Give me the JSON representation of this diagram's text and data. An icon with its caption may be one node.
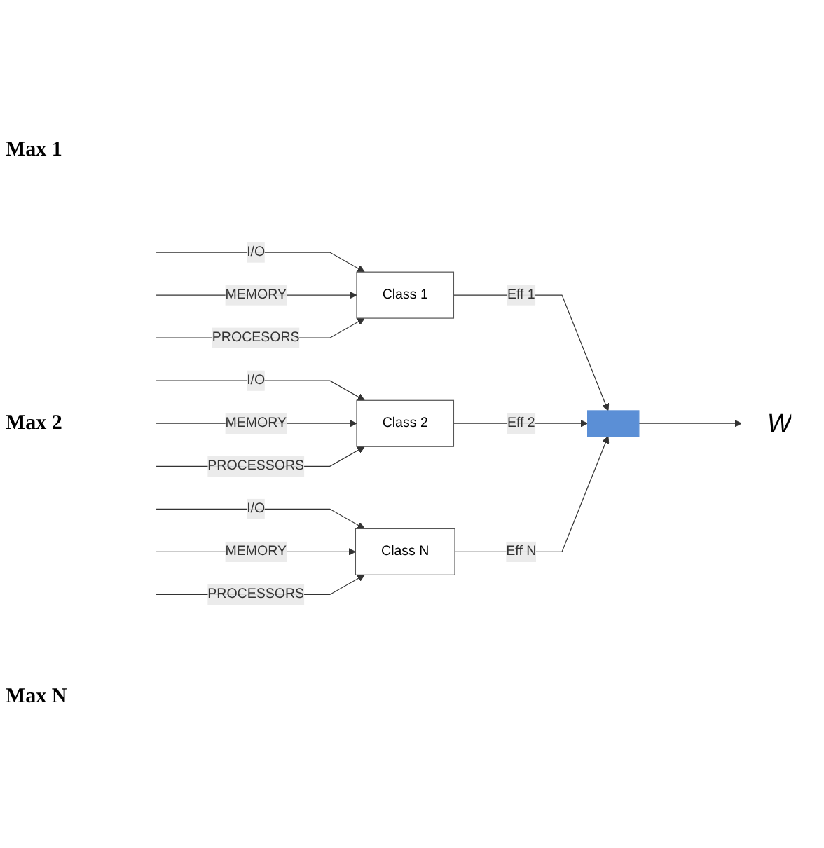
{
  "diagram": {
    "nodes": [
      {
        "text": [
          "Class 1"
        ]
      },
      {
        "text": [
          "Class 2"
        ]
      },
      {
        "text": [
          "Class N"
        ]
      },
      {
        "text": [],
        "shape": "bar"
      },
      {
        "text": [
          "W"
        ]
      }
    ],
    "edges": [
      {
        "from": null,
        "to": 0,
        "arrow": "to",
        "label": "I/O"
      },
      {
        "from": null,
        "to": 0,
        "arrow": "to",
        "label": "MEMORY"
      },
      {
        "from": null,
        "to": 0,
        "arrow": "to",
        "label": "PROCESORS"
      },
      {
        "from": null,
        "to": 1,
        "arrow": "to",
        "label": "I/O"
      },
      {
        "from": null,
        "to": 1,
        "arrow": "to",
        "label": "MEMORY"
      },
      {
        "from": null,
        "to": 1,
        "arrow": "to",
        "label": "PROCESSORS"
      },
      {
        "from": null,
        "to": 2,
        "arrow": "to",
        "label": "I/O"
      },
      {
        "from": null,
        "to": 2,
        "arrow": "to",
        "label": "MEMORY"
      },
      {
        "from": null,
        "to": 2,
        "arrow": "to",
        "label": "PROCESSORS"
      },
      {
        "from": 0,
        "to": 3,
        "arrow": "to",
        "label": "Eff 1"
      },
      {
        "from": 1,
        "to": 3,
        "arrow": "to",
        "label": "Eff 2"
      },
      {
        "from": 2,
        "to": 3,
        "arrow": "to",
        "label": "Eff N"
      },
      {
        "from": 3,
        "to": 4,
        "arrow": "to"
      }
    ],
    "labels": [
      "Max 1",
      "Max 2",
      "Max N"
    ]
  }
}
